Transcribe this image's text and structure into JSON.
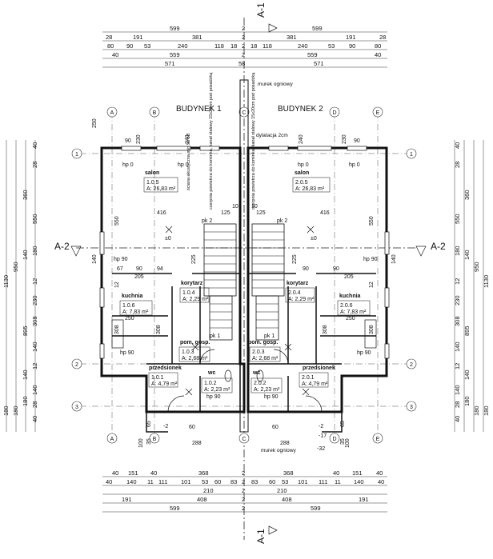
{
  "section_markers": {
    "a1_top": "A-1",
    "a1_bottom": "A-1",
    "a2_left": "A-2",
    "a2_right": "A-2"
  },
  "buildings": {
    "left": "BUDYNEK 1",
    "right": "BUDYNEK 2"
  },
  "notes": {
    "firewall_top": "murek ogniowy",
    "firewall_bottom": "murek ogniowy",
    "dilatation": "dylatacja 2cm",
    "acoustic_wall": "ściana akustyczna min 55 dB",
    "fireplace_left": "czerpnia powietrza do kominka, kanał stalowy 15x20cm pod posadzką",
    "fireplace_right": "czerpnia powietrza do kominka, kanał stalowy 15x20cm pod posadzką"
  },
  "axes": {
    "columns": [
      "A",
      "B",
      "C",
      "D",
      "E"
    ],
    "rows": [
      "1",
      "2",
      "3"
    ]
  },
  "rooms": [
    {
      "name": "salon",
      "num": "1.0.5",
      "area": "A: 26,83 m²"
    },
    {
      "name": "salon",
      "num": "2.0.5",
      "area": "A: 26,83 m²"
    },
    {
      "name": "korytarz",
      "num": "1.0.4",
      "area": "A: 2,29 m²"
    },
    {
      "name": "korytarz",
      "num": "2.0.4",
      "area": "A: 2,29 m²"
    },
    {
      "name": "kuchnia",
      "num": "1.0.6",
      "area": "A: 7,83 m²"
    },
    {
      "name": "kuchnia",
      "num": "2.0.6",
      "area": "A: 7,83 m²"
    },
    {
      "name": "pom. gosp.",
      "num": "1.0.3",
      "area": "A: 2,68 m²"
    },
    {
      "name": "pom. gosp.",
      "num": "2.0.3",
      "area": "A: 2,68 m²"
    },
    {
      "name": "przedsionek",
      "num": "1.0.1",
      "area": "A: 4,79 m²"
    },
    {
      "name": "przedsionek",
      "num": "2.0.1",
      "area": "A: 4,79 m²"
    },
    {
      "name": "wc",
      "num": "1.0.2",
      "area": "A: 2,23 m²"
    },
    {
      "name": "wc",
      "num": "2.0.2",
      "area": "A: 2,23 m²"
    }
  ],
  "levels": {
    "l1": "pk 2",
    "l2": "pk 2",
    "l3": "pk 1",
    "l4": "pk 1",
    "z1": "±0",
    "z2": "±0",
    "z3": "-2",
    "z4": "-17",
    "z5": "-32",
    "z6": "-2"
  },
  "dims_top": {
    "r1_left": "599",
    "r1_right": "599",
    "r1_mid": "2",
    "r2": [
      "28",
      "191",
      "381",
      "2",
      "381",
      "191",
      "28"
    ],
    "r3": [
      "80",
      "90",
      "53",
      "240",
      "118",
      "18",
      "2",
      "18",
      "118",
      "240",
      "53",
      "90",
      "80"
    ],
    "r4": [
      "40",
      "559",
      "2",
      "559",
      "40"
    ],
    "r5": [
      "571",
      "58",
      "571"
    ]
  },
  "dims_bottom": {
    "r1": [
      "40",
      "151",
      "40",
      "368",
      "2",
      "368",
      "40",
      "151",
      "40"
    ],
    "r2": [
      "40",
      "140",
      "11",
      "111",
      "101",
      "53",
      "60",
      "83",
      "2",
      "83",
      "60",
      "53",
      "101",
      "111",
      "11",
      "140",
      "40"
    ],
    "r3": [
      "210",
      "2",
      "210"
    ],
    "r4": [
      "191",
      "408",
      "2",
      "408",
      "191"
    ],
    "r5": [
      "599",
      "2",
      "599"
    ]
  },
  "dims_inner": {
    "d250": "250",
    "d90a": "90",
    "d230a": "230",
    "d240a": "240",
    "d240b": "240",
    "d230b": "230",
    "d90b": "90",
    "d416a": "416",
    "d416b": "416",
    "d125a": "125",
    "d125b": "125",
    "d10a": "10",
    "d10b": "10",
    "d225a": "225",
    "d225b": "225",
    "d550a": "550",
    "d550b": "550",
    "d205a": "205",
    "d205b": "205",
    "d308a": "308",
    "d308b": "308",
    "d308c": "308",
    "d308d": "308",
    "d288a": "288",
    "d288b": "288",
    "d100a": "100",
    "d100b": "100",
    "d65a": "65",
    "d65b": "65",
    "d35a": "35",
    "d35b": "35",
    "d67": "67",
    "d90c": "90",
    "d94": "94",
    "d12a": "12",
    "d12b": "12",
    "d90d": "90",
    "d90e": "90",
    "d140a": "140",
    "d140b": "140",
    "d60a": "60",
    "d60b": "60",
    "d250b": "250",
    "d250c": "250"
  },
  "dims_left": [
    "40",
    "28",
    "1130",
    "950",
    "360",
    "895",
    "550",
    "180",
    "140",
    "180",
    "12",
    "140",
    "230",
    "308",
    "140",
    "12",
    "140",
    "180",
    "28",
    "40",
    "180"
  ],
  "dims_right": [
    "40",
    "28",
    "1130",
    "950",
    "360",
    "895",
    "550",
    "180",
    "140",
    "180",
    "12",
    "140",
    "230",
    "308",
    "140",
    "12",
    "140",
    "180",
    "28",
    "40",
    "180"
  ],
  "window_labels": {
    "hp0a": "hp 0",
    "hp0b": "hp 0",
    "hp0c": "hp 0",
    "hp0d": "hp 0",
    "hp90a": "hp 90",
    "hp90b": "hp 90",
    "hp90c": "hp 90",
    "hp90d": "hp 90",
    "hp90e": "hp 90",
    "hp90f": "hp 90"
  }
}
